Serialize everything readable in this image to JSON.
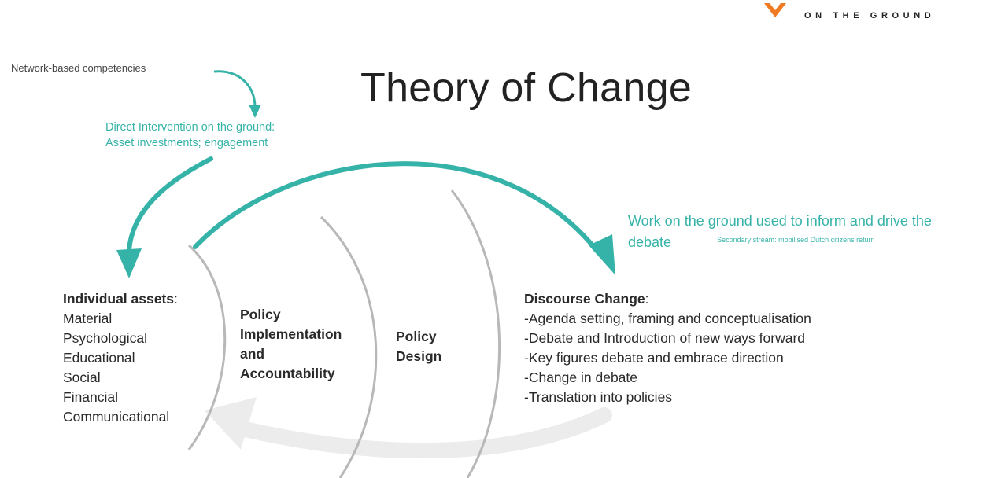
{
  "header": {
    "logo_icon": "orange-chevron-logo-icon",
    "logo_text": "ON THE GROUND"
  },
  "title": "Theory of Change",
  "network_note": "Network-based competencies",
  "intervention": {
    "line1": "Direct Intervention on the ground:",
    "line2": "Asset investments; engagement"
  },
  "work_ground": {
    "line1": "Work on the ground used to inform and drive the",
    "line2": "debate",
    "secondary": "Secondary stream: mobilised Dutch citizens return"
  },
  "individual_assets": {
    "heading": "Individual assets",
    "suffix": ":",
    "items": [
      "Material",
      "Psychological",
      "Educational",
      "Social",
      "Financial",
      "Communicational"
    ]
  },
  "policy_implementation": {
    "line1": "Policy",
    "line2": "Implementation",
    "line3": "and",
    "line4": "Accountability"
  },
  "policy_design": {
    "line1": "Policy",
    "line2": "Design"
  },
  "discourse_change": {
    "heading": "Discourse Change",
    "suffix": ":",
    "items": [
      "-Agenda setting, framing and conceptualisation",
      "-Debate and Introduction of new ways forward",
      "-Key figures debate and embrace direction",
      "-Change in debate",
      "-Translation into policies"
    ]
  },
  "colors": {
    "teal": "#36b3a8",
    "arc_gray": "#b8b8b8",
    "return_arrow": "#ececec",
    "logo_orange": "#f07a23",
    "title": "#222222"
  }
}
